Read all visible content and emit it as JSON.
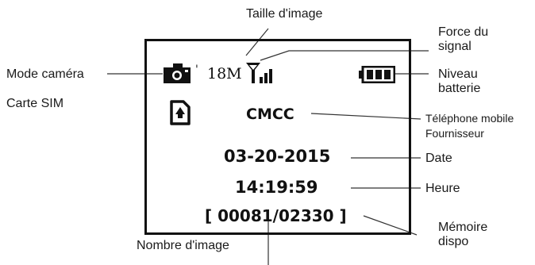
{
  "labels": {
    "image_size": "Taille d'image",
    "signal_line1": "Force du",
    "signal_line2": "signal",
    "camera_mode": "Mode caméra",
    "battery_line1": "Niveau",
    "battery_line2": "batterie",
    "sim_card": "Carte SIM",
    "provider_line1": "Téléphone mobile",
    "provider_line2": "Fournisseur",
    "date": "Date",
    "time": "Heure",
    "memory_line1": "Mémoire",
    "memory_line2": "dispo",
    "image_count": "Nombre d'image"
  },
  "screen": {
    "resolution": "18M",
    "provider": "CMCC",
    "date": "03-20-2015",
    "time": "14:19:59",
    "counter": "[ 00081/02330 ]"
  },
  "icons": {
    "camera": "camera-icon",
    "signal": "signal-strength-icon",
    "battery": "battery-icon",
    "sim": "sim-card-icon"
  }
}
